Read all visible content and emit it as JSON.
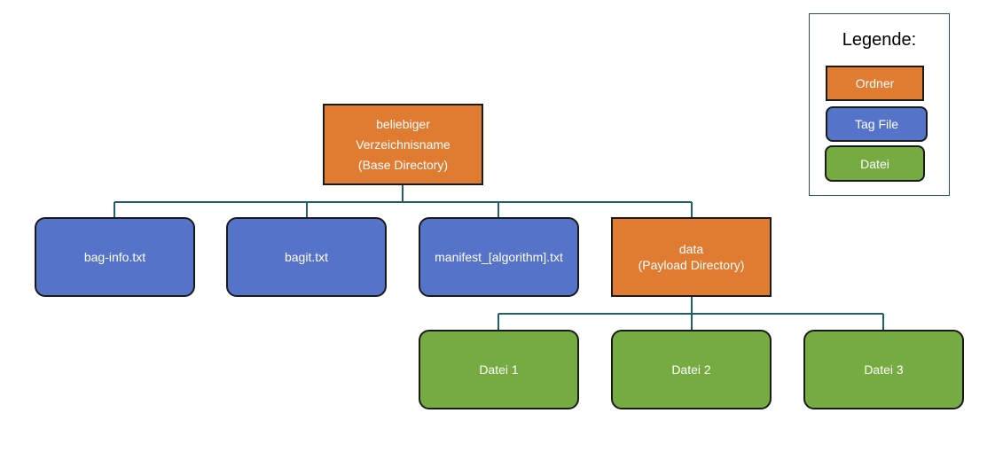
{
  "diagram": {
    "root": {
      "line1": "beliebiger",
      "line2": "Verzeichnisname",
      "line3": "(Base Directory)",
      "kind": "folder"
    },
    "children": [
      {
        "label": "bag-info.txt",
        "kind": "tag_file"
      },
      {
        "label": "bagit.txt",
        "kind": "tag_file"
      },
      {
        "label": "manifest_[algorithm].txt",
        "kind": "tag_file"
      },
      {
        "line1": "data",
        "line2": "(Payload Directory)",
        "kind": "folder"
      }
    ],
    "payload_files": [
      {
        "label": "Datei 1",
        "kind": "file"
      },
      {
        "label": "Datei 2",
        "kind": "file"
      },
      {
        "label": "Datei 3",
        "kind": "file"
      }
    ]
  },
  "legend": {
    "title": "Legende:",
    "items": [
      {
        "label": "Ordner",
        "kind": "folder"
      },
      {
        "label": "Tag File",
        "kind": "tag_file"
      },
      {
        "label": "Datei",
        "kind": "file"
      }
    ]
  },
  "colors": {
    "folder": "#e07b32",
    "tag_file": "#5573c8",
    "file": "#76ab42",
    "connector": "#1f5f74",
    "border": "#1a1a1a",
    "legend_border": "#2c4a6b"
  }
}
